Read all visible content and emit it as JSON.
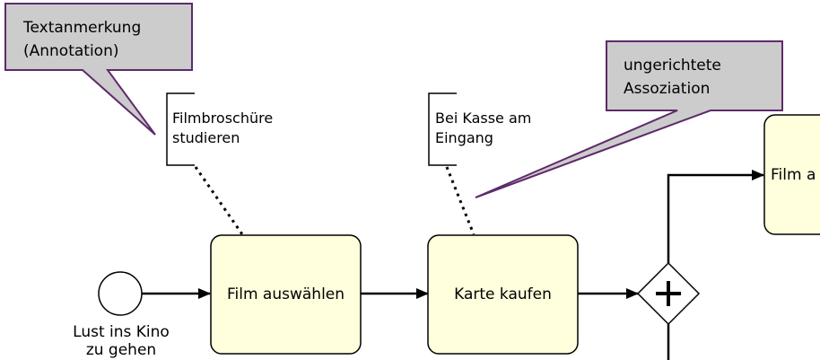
{
  "colors": {
    "task_fill": "#FFFFDD",
    "callout_fill": "#CCCCCC",
    "callout_border": "#5E2A6B",
    "stroke": "#000000"
  },
  "callouts": {
    "text_annotation": {
      "line1": "Textanmerkung",
      "line2": "(Annotation)"
    },
    "association": {
      "line1": "ungerichtete",
      "line2": "Assoziation"
    }
  },
  "annotations": {
    "brochure": {
      "line1": "Filmbroschüre",
      "line2": "studieren"
    },
    "cashier": {
      "line1": "Bei Kasse am",
      "line2": "Eingang"
    }
  },
  "start_event": {
    "line1": "Lust ins Kino",
    "line2": "zu gehen"
  },
  "tasks": {
    "choose_film": "Film auswählen",
    "buy_ticket": "Karte kaufen",
    "partial_task": "Film a"
  },
  "gateway": {
    "type": "parallel",
    "symbol": "plus-icon"
  }
}
